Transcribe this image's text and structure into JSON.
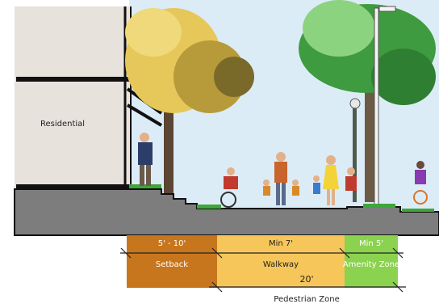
{
  "labels": {
    "residential": "Residential",
    "setback_dim": "5' - 10'",
    "setback": "Setback",
    "walkway_dim": "Min 7'",
    "walkway": "Walkway",
    "amenity_dim": "Min 5'",
    "amenity": "Amenity Zone",
    "pedestrian_dim": "20'",
    "pedestrian": "Pedestrian Zone"
  },
  "colors": {
    "sky": "#dcecf7",
    "building": "#e8e2dc",
    "ground": "#7d7d7d",
    "setback_zone": "#c8761d",
    "walkway_zone": "#f6c65b",
    "amenity_zone": "#8bd24f",
    "grass": "#3ea63a"
  }
}
